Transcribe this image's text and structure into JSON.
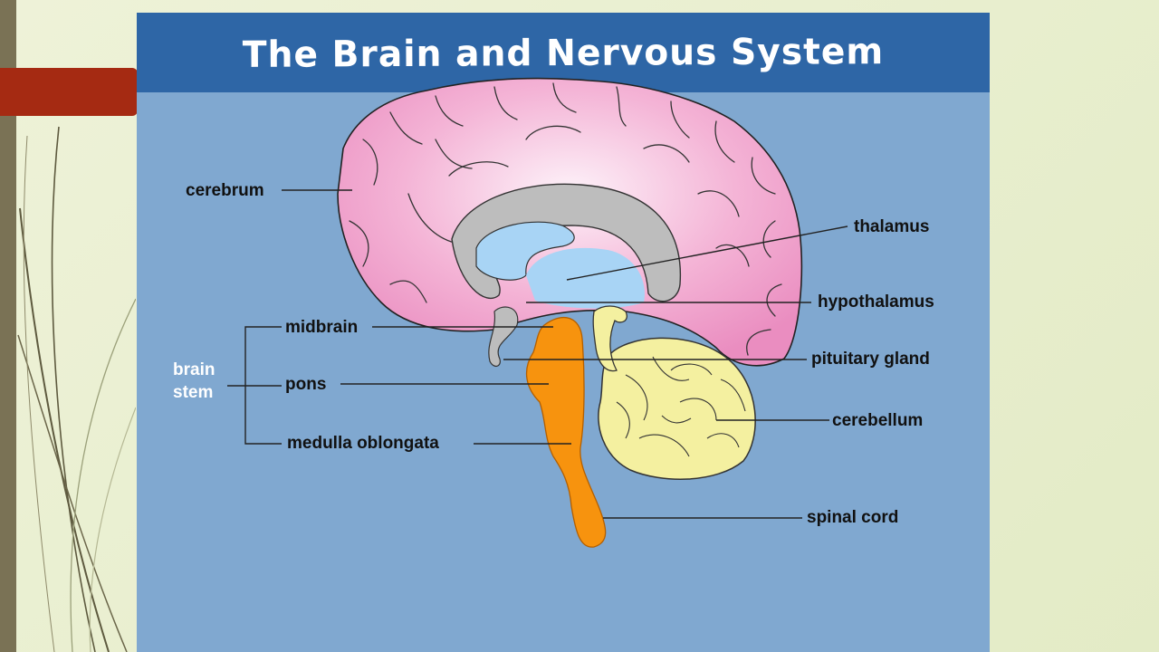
{
  "slide": {
    "title": "The Brain and Nervous System",
    "colors": {
      "header": "#2e66a6",
      "panel": "#80a8d0",
      "cerebrum": "#ef9fc9",
      "brainstem": "#f7930e",
      "cerebellum": "#f4f0a0",
      "accent_tab": "#a52a12"
    }
  },
  "labels": {
    "cerebrum": "cerebrum",
    "thalamus": "thalamus",
    "hypothalamus": "hypothalamus",
    "midbrain": "midbrain",
    "pituitary_gland": "pituitary gland",
    "brain_stem_line1": "brain",
    "brain_stem_line2": "stem",
    "pons": "pons",
    "cerebellum": "cerebellum",
    "medulla_oblongata": "medulla oblongata",
    "spinal_cord": "spinal cord"
  }
}
